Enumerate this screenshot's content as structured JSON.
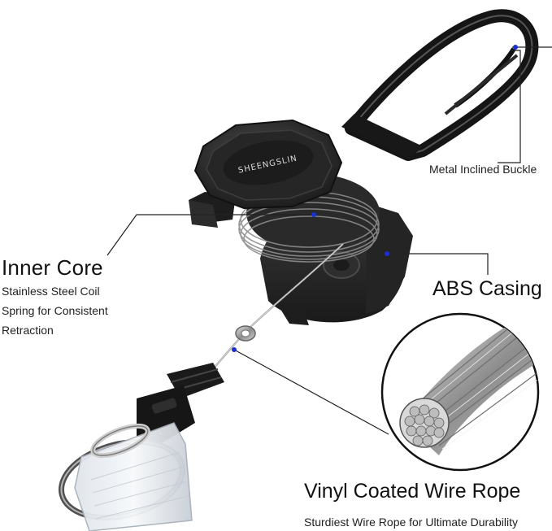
{
  "labels": {
    "metal_buckle": "Metal Inclined Buckle",
    "inner_core_title": "Inner Core",
    "inner_core_desc": [
      "Stainless Steel Coil",
      "Spring for Consistent",
      "Retraction"
    ],
    "abs_casing": "ABS Casing",
    "wire_rope_title": "Vinyl Coated Wire Rope",
    "wire_rope_desc": "Sturdiest Wire Rope for Ultimate Durability"
  },
  "brand_logo": "SHEENGSLIN",
  "colors": {
    "casing": "#2b2b2b",
    "casing_dark": "#161616",
    "steel": "#9a9a9a",
    "leader_line": "#222222",
    "marker_dot": "#1a2fd6"
  }
}
